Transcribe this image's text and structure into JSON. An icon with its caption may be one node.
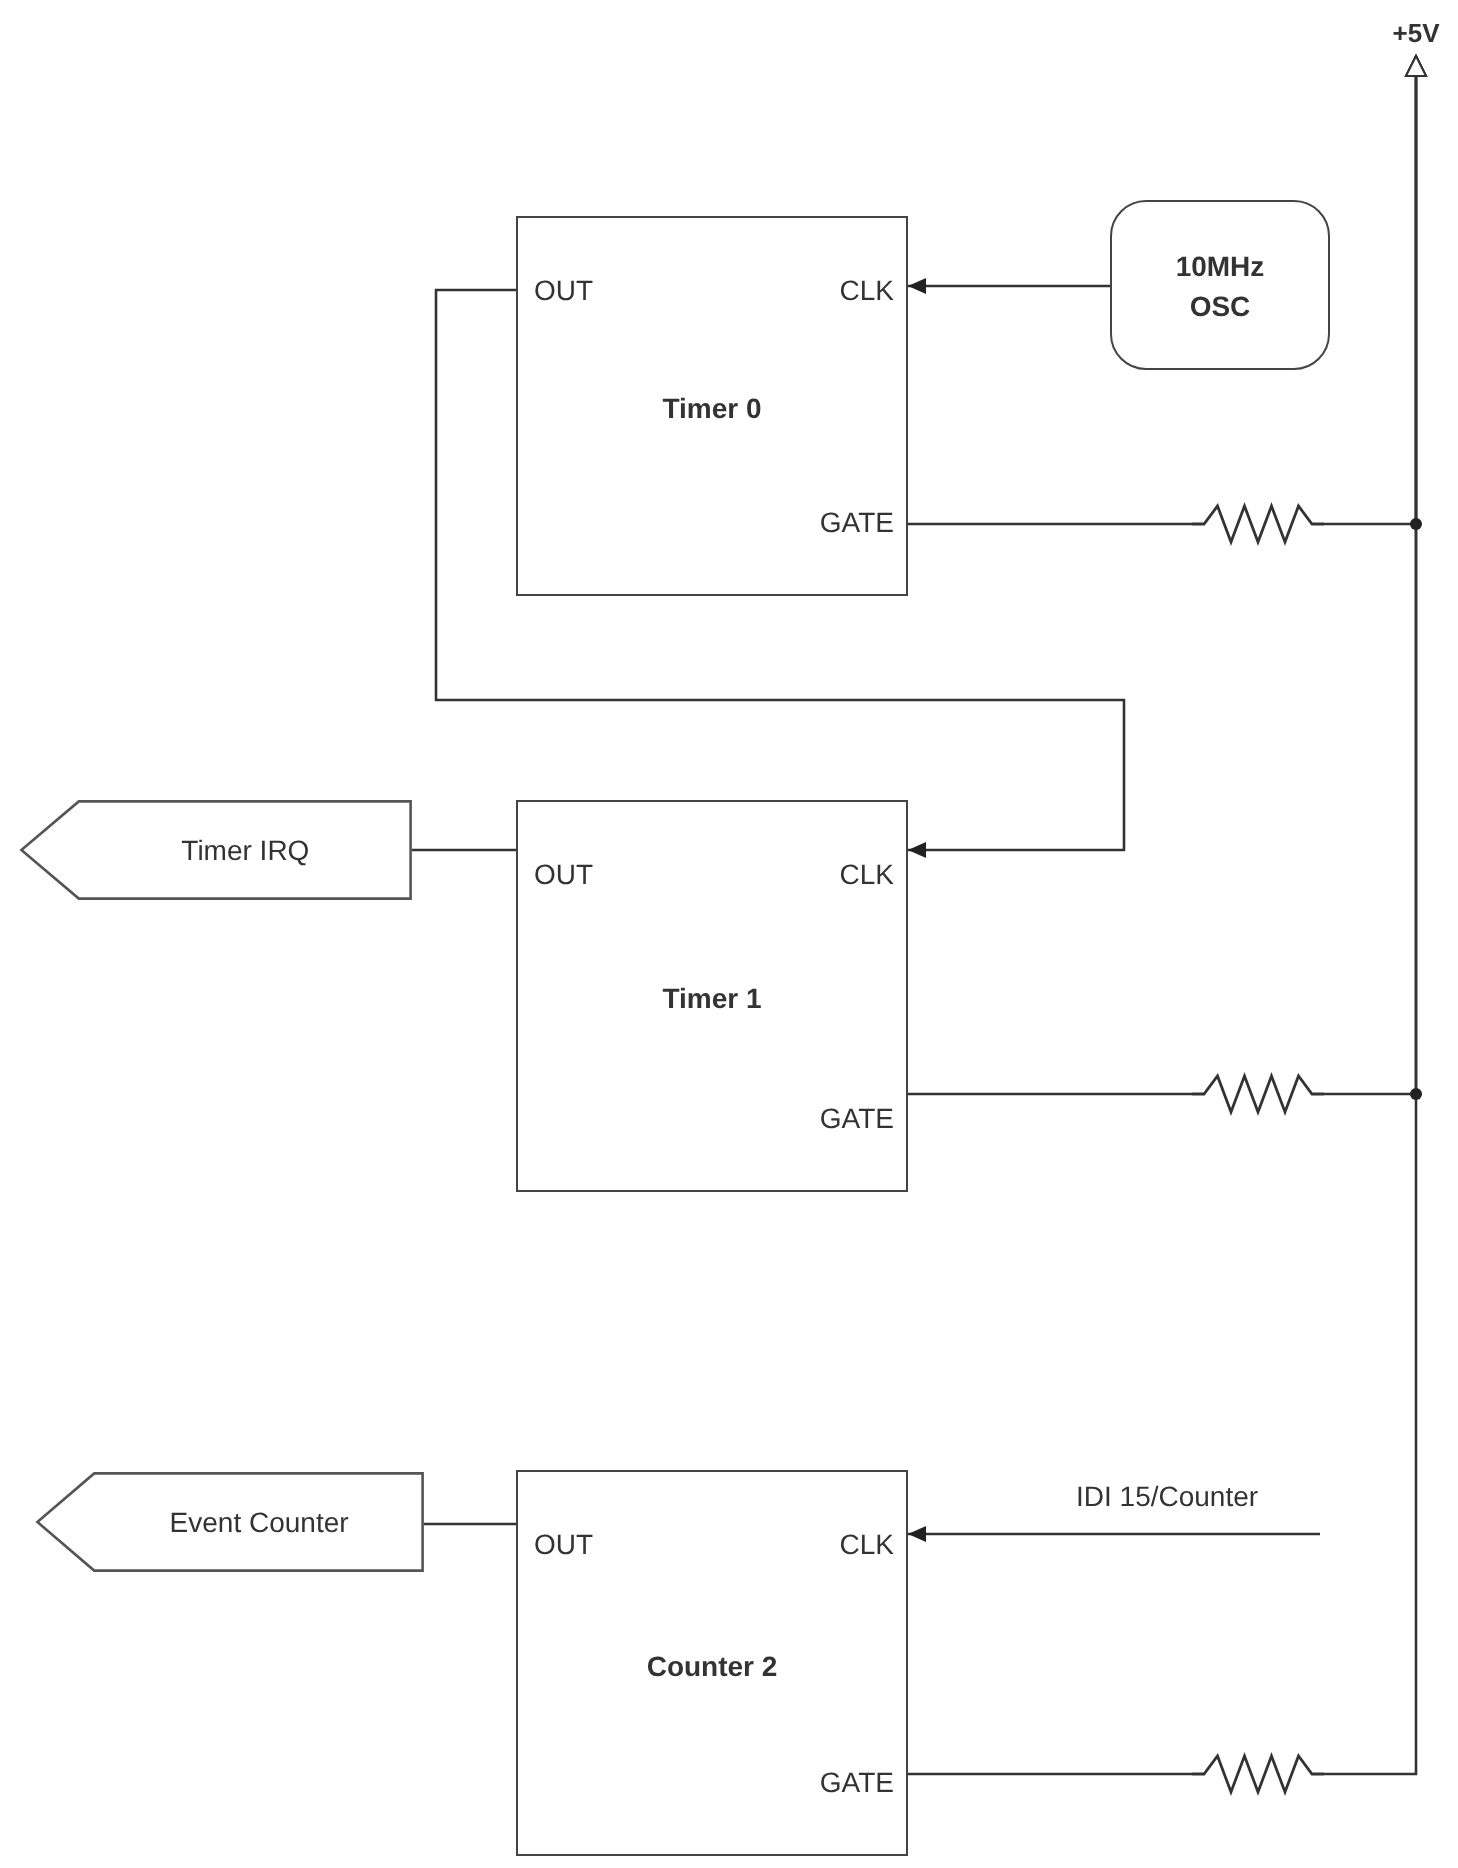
{
  "diagram": {
    "nodes": [
      {
        "text": [
          "OUT",
          "CLK",
          "Timer 0",
          "GATE"
        ]
      },
      {
        "text": [
          "10MHz OSC"
        ]
      },
      {
        "text": [
          "OUT",
          "CLK",
          "Timer 1",
          "GATE"
        ]
      },
      {
        "text": [
          "Timer IRQ"
        ]
      },
      {
        "text": [
          "OUT",
          "CLK",
          "Counter 2",
          "GATE"
        ]
      },
      {
        "text": [
          "Event Counter"
        ]
      },
      {
        "text": [
          "+5V"
        ]
      },
      {
        "text": [],
        "shape": "resistor"
      },
      {
        "text": [],
        "shape": "resistor"
      },
      {
        "text": [],
        "shape": "resistor"
      }
    ],
    "edges": [
      {
        "from": 1,
        "to": 0,
        "arrow": "to"
      },
      {
        "from": 0,
        "to": 2,
        "arrow": "to"
      },
      {
        "from": 0,
        "to": 7,
        "arrow": "none"
      },
      {
        "from": 7,
        "to": 6,
        "arrow": "to"
      },
      {
        "from": 2,
        "to": 3,
        "arrow": "none"
      },
      {
        "from": 2,
        "to": 8,
        "arrow": "none"
      },
      {
        "from": 8,
        "to": 6,
        "arrow": "to"
      },
      {
        "from": 4,
        "to": 5,
        "arrow": "none"
      },
      {
        "from": null,
        "to": 4,
        "arrow": "to",
        "label": "IDI 15/Counter"
      },
      {
        "from": 4,
        "to": 9,
        "arrow": "none"
      },
      {
        "from": 9,
        "to": 6,
        "arrow": "to"
      }
    ]
  }
}
